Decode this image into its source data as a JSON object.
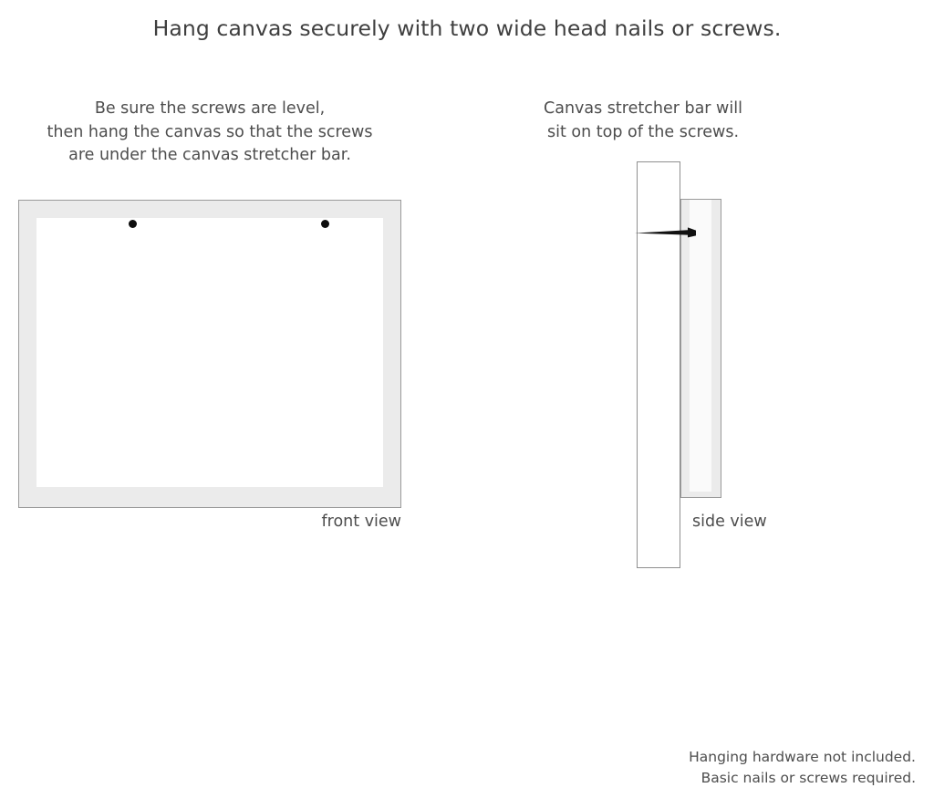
{
  "headline": "Hang canvas securely with two wide head nails or screws.",
  "captions": {
    "left": {
      "line1": "Be sure the screws are level,",
      "line2": "then hang the canvas so that the screws",
      "line3": "are under the canvas stretcher bar."
    },
    "right": {
      "line1": "Canvas stretcher bar will",
      "line2": "sit on top of the screws."
    }
  },
  "diagrams": {
    "front": {
      "label": "front view",
      "screw_count": 2,
      "frame_color": "#ebebeb",
      "canvas_color": "#ffffff",
      "border_color": "#9a9a9a",
      "screw_color": "#0d0d0d"
    },
    "side": {
      "label": "side view",
      "wall_color": "#ffffff",
      "stretcher_color": "#ebebeb",
      "border_color": "#9a9a9a",
      "nail_color": "#111111"
    }
  },
  "footer": {
    "line1": "Hanging hardware not included.",
    "line2": "Basic nails or screws required."
  }
}
